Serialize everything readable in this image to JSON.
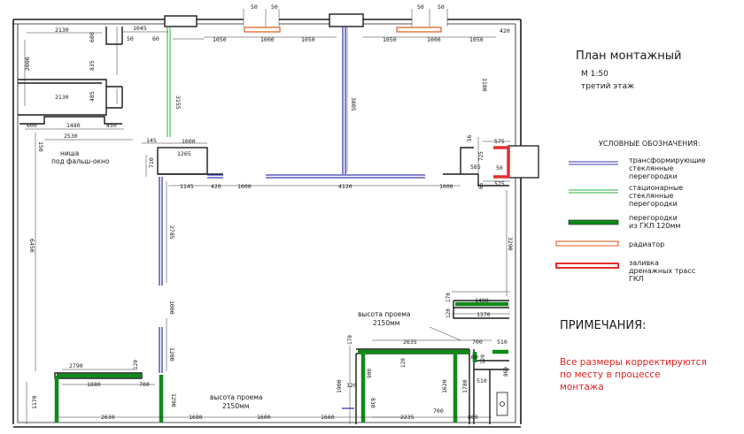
{
  "title": {
    "line1": "План монтажный",
    "line2": "М 1:50",
    "line3": "третий этаж"
  },
  "legend": {
    "heading": "УСЛОВНЫЕ ОБОЗНАЧЕНИЯ:",
    "items": [
      {
        "lines": [
          "трансформирующие",
          "стеклянные",
          "перегородки"
        ],
        "color": "#3a3ab0"
      },
      {
        "lines": [
          "стационарные",
          "стеклянные",
          "перегородки"
        ],
        "color": "#28b040"
      },
      {
        "lines": [
          "перегородки",
          "из ГКЛ 120мм"
        ],
        "color": "#108a1a"
      },
      {
        "lines": [
          "радиатор"
        ],
        "color": "#e07040"
      },
      {
        "lines": [
          "заливка",
          "дренажных трасс",
          "ГКЛ"
        ],
        "color": "#e03030"
      }
    ]
  },
  "notes": {
    "heading": "ПРИМЕЧАНИЯ:",
    "lines": [
      "Все размеры корректируются",
      "по месту в процессе",
      "монтажа"
    ]
  },
  "labels": {
    "niche": [
      "ниша",
      "под фальш-окно"
    ],
    "opening1": [
      "высота проема",
      "2150мм"
    ],
    "opening2": [
      "высота проема",
      "2150мм"
    ]
  },
  "dims": {
    "d2130a": "2130",
    "d680": "680",
    "d2000": "2000",
    "d835": "835",
    "d485": "485",
    "d2130b": "2130",
    "d1045": "1045",
    "d50a": "50",
    "d60": "60",
    "d3155": "3155",
    "d50t1": "50",
    "d50t2": "50",
    "d1050a": "1050",
    "d1000a": "1000",
    "d1050b": "1050",
    "d50t3": "50",
    "d50t4": "50",
    "d1050c": "1050",
    "d1000b": "1000",
    "d1050d": "1050",
    "d420a": "420",
    "d3805": "3805",
    "d3180": "3180",
    "d600": "600",
    "d1480": "1480",
    "d450": "450",
    "d2530": "2530",
    "d150": "150",
    "d145": "145",
    "d1000c": "1000",
    "d1265": "1265",
    "d710": "710",
    "d1145": "1145",
    "d420b": "420",
    "d1000d": "1000",
    "d4120": "4120",
    "d1000e": "1000",
    "d56": "56",
    "d575a": "575",
    "d725": "725",
    "d585": "585",
    "d50b": "50",
    "d65": "65",
    "d575b": "575",
    "d6450": "6450",
    "d2785": "2785",
    "d3290": "3290",
    "d1000f": "1000",
    "d1200": "1200",
    "d170a": "170",
    "d1490": "1490",
    "d120a": "120",
    "d1370": "1370",
    "d170b": "170",
    "d2635": "2635",
    "d700a": "700",
    "d510a": "510",
    "d120b": "120",
    "d160": "160",
    "d120c": "120",
    "d860a": "860",
    "d900": "900",
    "d1900": "1900",
    "d120d": "120",
    "d1620": "1620",
    "d1780": "1780",
    "d510b": "510",
    "d2790": "2790",
    "d120e": "120",
    "d1880": "1880",
    "d700b": "700",
    "d1290": "1290",
    "d1170": "1170",
    "d2630": "2630",
    "d1680": "1680",
    "d1600": "1600",
    "d1660": "1660",
    "d830": "830",
    "d2235": "2235",
    "d700c": "700",
    "d860b": "860"
  }
}
